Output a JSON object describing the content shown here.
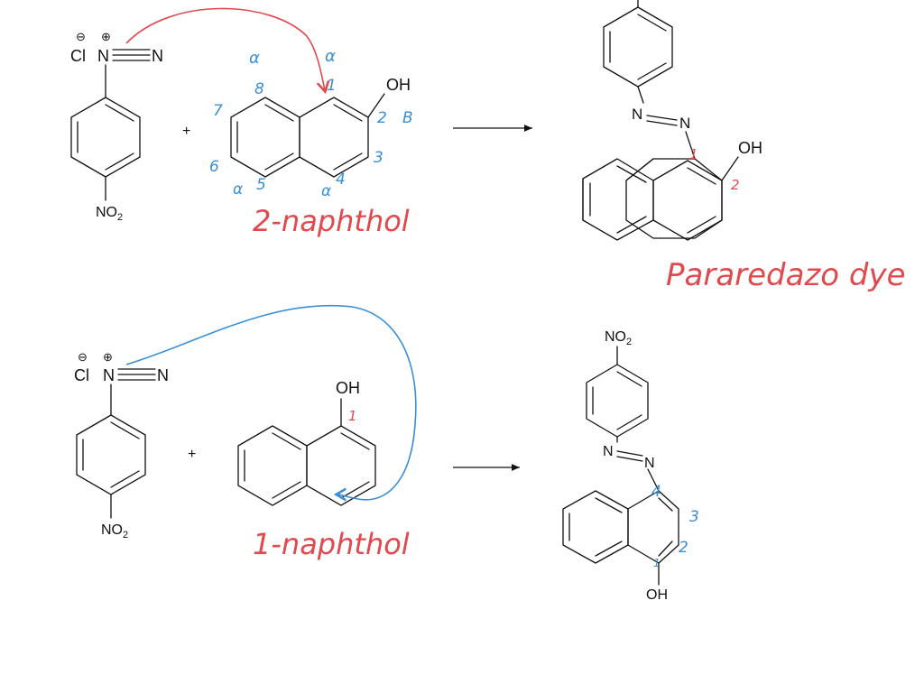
{
  "colors": {
    "ink": "#111111",
    "red": "#e0494d",
    "blue": "#3a8fd6"
  },
  "reaction1": {
    "reactant_salt": {
      "anion": "Cl",
      "charge_neg": "⊖",
      "charge_pos": "⊕",
      "n1": "N",
      "n2": "N",
      "substituent": "NO",
      "substituent_sub": "2"
    },
    "plus": "+",
    "naphthol": {
      "oh": "OH",
      "alpha_top_left": "α",
      "alpha_top_right": "α",
      "n8": "8",
      "n1": "1",
      "n7": "7",
      "n2": "2",
      "beta_right": "B",
      "n6": "6",
      "n3": "3",
      "alpha_bottom_left": "α",
      "n5": "5",
      "alpha_bottom_right": "α",
      "n4": "4",
      "name": "2-naphthol"
    },
    "product": {
      "n_left": "N",
      "n_right": "N",
      "oh": "OH",
      "pos1": "1",
      "pos2": "2",
      "name": "Pararedazo dye"
    }
  },
  "reaction2": {
    "reactant_salt": {
      "anion": "Cl",
      "charge_neg": "⊖",
      "charge_pos": "⊕",
      "n1": "N",
      "n2": "N",
      "substituent": "NO",
      "substituent_sub": "2"
    },
    "plus": "+",
    "naphthol": {
      "oh": "OH",
      "pos1": "1",
      "name": "1-naphthol"
    },
    "product": {
      "top": "NO",
      "top_sub": "2",
      "n_left": "N",
      "n_right": "N",
      "pos4": "4",
      "pos3": "3",
      "pos2": "2",
      "pos1": "1",
      "oh": "OH"
    }
  }
}
